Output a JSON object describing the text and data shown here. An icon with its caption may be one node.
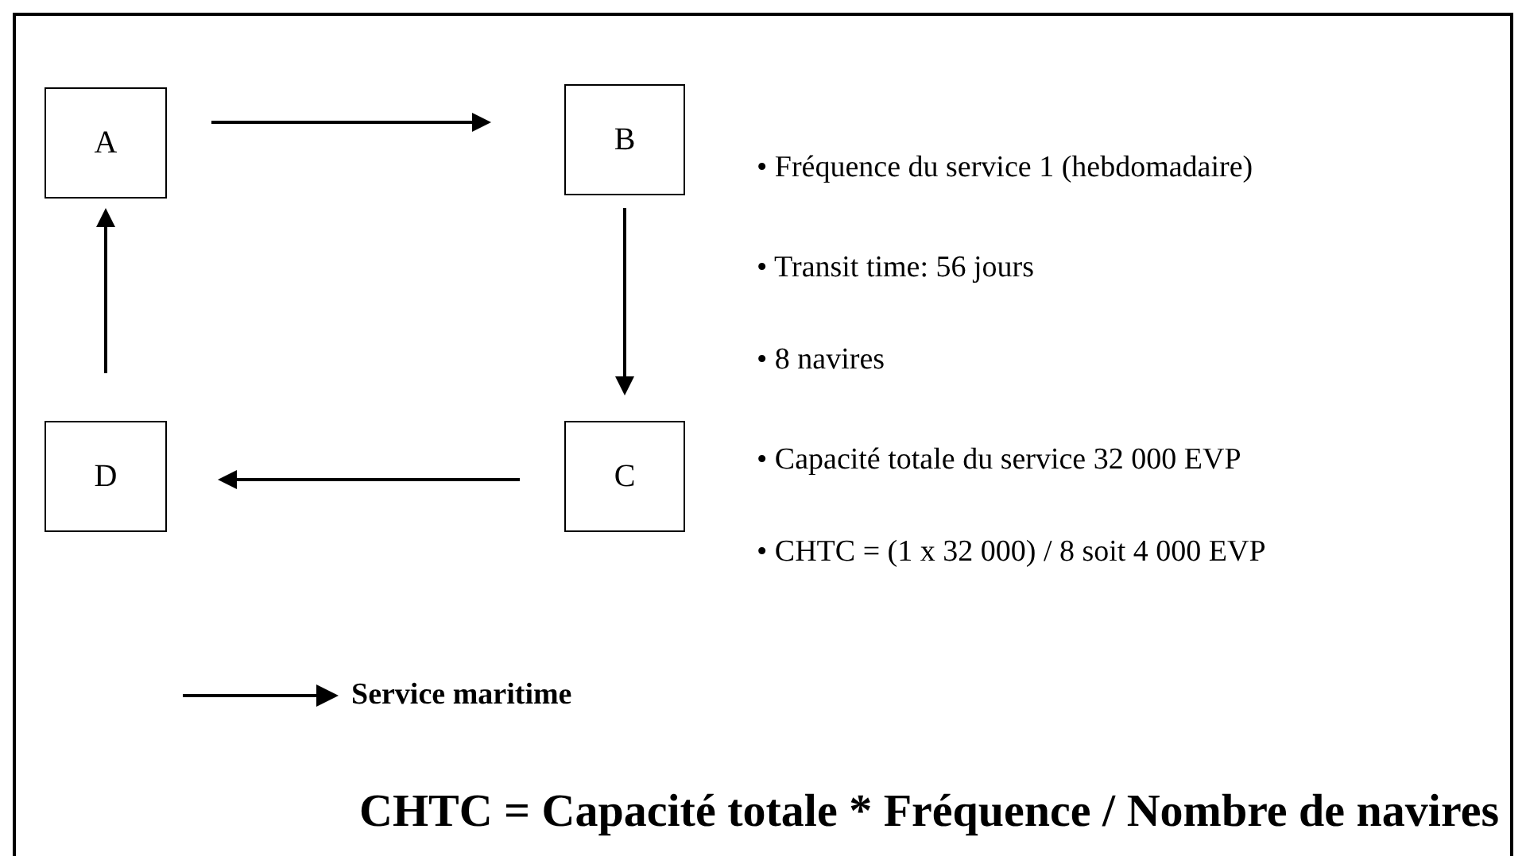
{
  "diagram": {
    "caption": "CHTC = Capacité totale * Fréquence / Nombre de navires",
    "nodes": [
      {
        "text": [
          "A"
        ]
      },
      {
        "text": [
          "B"
        ]
      },
      {
        "text": [
          "C"
        ]
      },
      {
        "text": [
          "D"
        ]
      }
    ],
    "edges": [
      {
        "from": 0,
        "to": 1,
        "arrow": "to"
      },
      {
        "from": 1,
        "to": 2,
        "arrow": "to"
      },
      {
        "from": 2,
        "to": 3,
        "arrow": "to"
      },
      {
        "from": 3,
        "to": 0,
        "arrow": "to"
      }
    ],
    "labels": [
      "• Fréquence du service 1 (hebdomadaire)",
      "• Transit time: 56 jours",
      "• 8 navires",
      "• Capacité totale du service 32 000 EVP",
      "• CHTC = (1 x 32 000) / 8 soit 4 000 EVP"
    ],
    "legend": [
      {
        "text": "Service maritime"
      }
    ]
  }
}
